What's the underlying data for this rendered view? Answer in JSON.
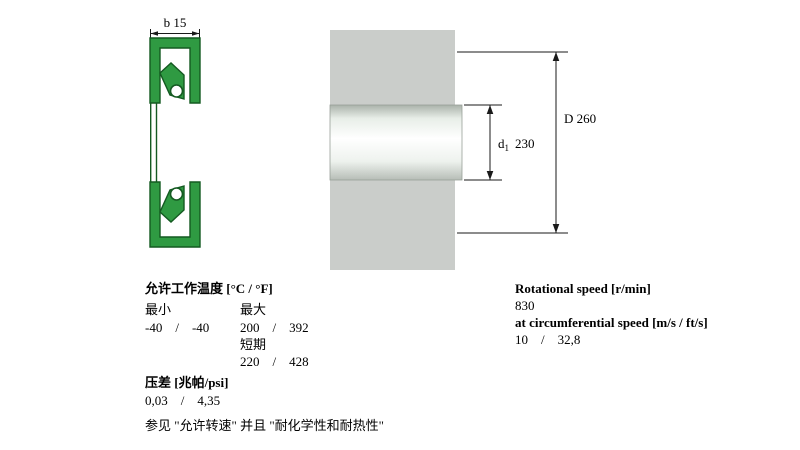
{
  "colors": {
    "seal_green": "#2f9a42",
    "housing_gray": "#cacdca"
  },
  "seal_drawing": {
    "width_label": "b 15"
  },
  "mount_drawing": {
    "outer_label": "D 260",
    "shaft_label_letter": "d",
    "shaft_label_sub": "1",
    "shaft_label_value": "230"
  },
  "temperature": {
    "title": "允许工作温度 [°C / °F]",
    "min_header": "最小",
    "max_header": "最大",
    "sep": "/",
    "min_c": "-40",
    "min_f": "-40",
    "max_c": "200",
    "max_f": "392",
    "short_term_label": "短期",
    "short_c": "220",
    "short_f": "428"
  },
  "pressure": {
    "title": "压差 [兆帕/psi]",
    "mpa": "0,03",
    "sep": "/",
    "psi": "4,35"
  },
  "note": "参见 \"允许转速\" 并且 \"耐化学性和耐热性\"",
  "speed": {
    "rotational_title": "Rotational speed [r/min]",
    "rotational_value": "830",
    "circumferential_title": "at circumferential speed [m/s / ft/s]",
    "ms": "10",
    "sep": "/",
    "fts": "32,8"
  }
}
